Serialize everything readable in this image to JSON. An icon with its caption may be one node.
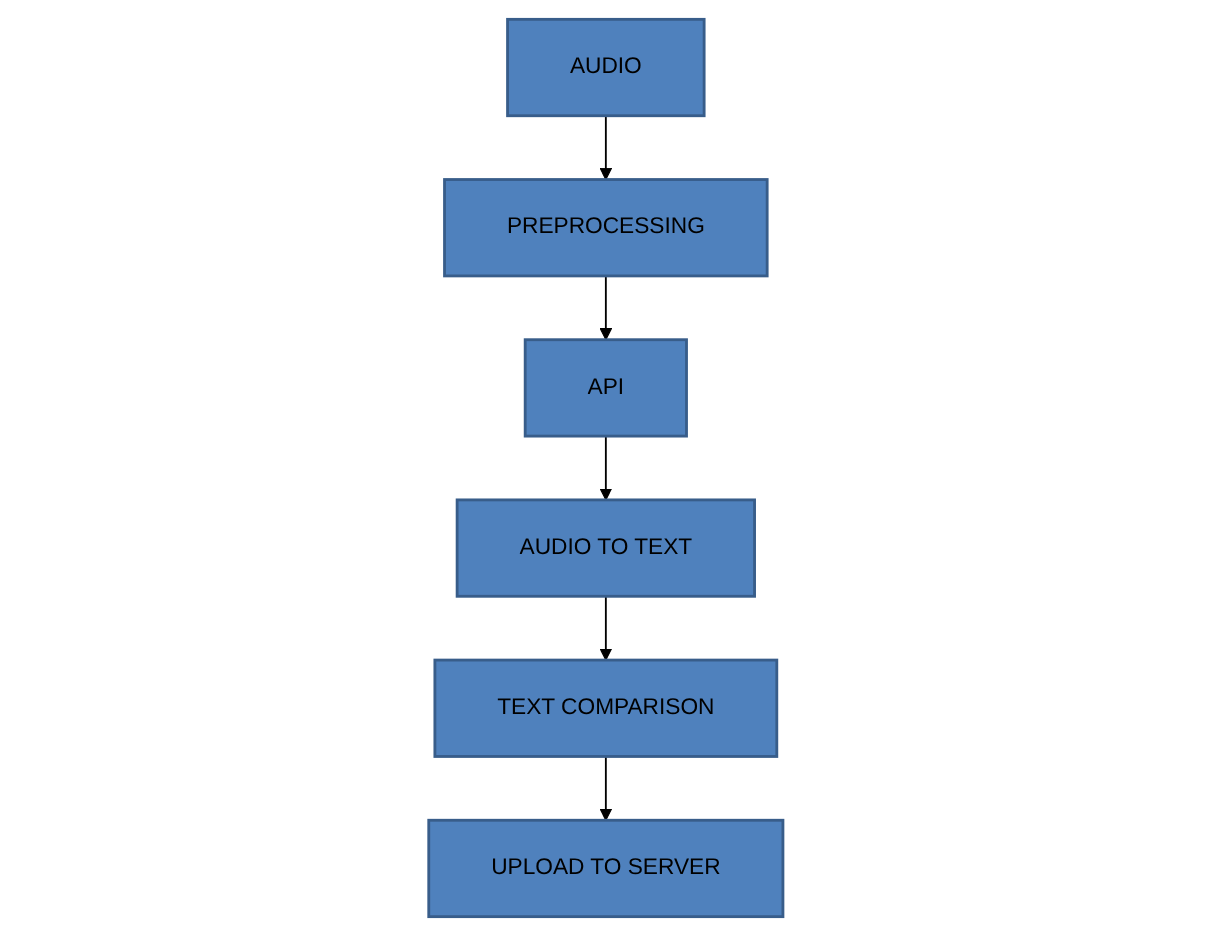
{
  "diagram": {
    "nodes": [
      {
        "text": [
          "AUDIO"
        ]
      },
      {
        "text": [
          "PREPROCESSING"
        ]
      },
      {
        "text": [
          "API"
        ]
      },
      {
        "text": [
          "AUDIO TO TEXT"
        ]
      },
      {
        "text": [
          "TEXT COMPARISON"
        ]
      },
      {
        "text": [
          "UPLOAD TO SERVER"
        ]
      }
    ],
    "edges": [
      {
        "from": 0,
        "to": 1,
        "arrow": "to"
      },
      {
        "from": 1,
        "to": 2,
        "arrow": "to"
      },
      {
        "from": 2,
        "to": 3,
        "arrow": "to"
      },
      {
        "from": 3,
        "to": 4,
        "arrow": "to"
      },
      {
        "from": 4,
        "to": 5,
        "arrow": "to"
      }
    ]
  }
}
